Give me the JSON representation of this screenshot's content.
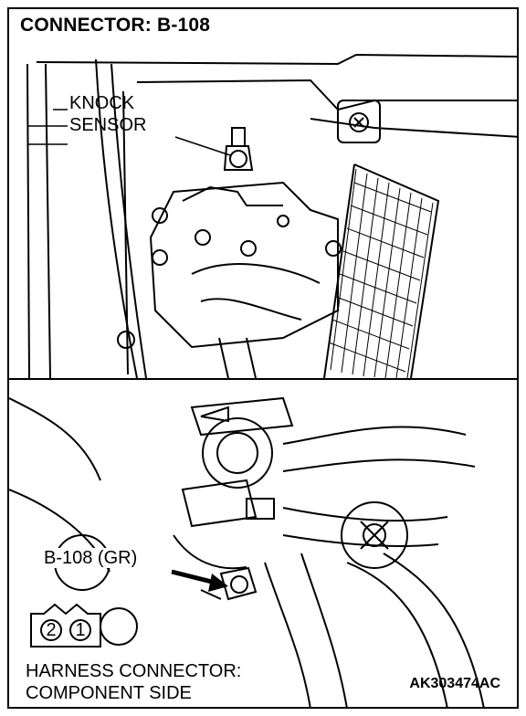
{
  "title": "CONNECTOR: B-108",
  "callouts": {
    "knock_line1": "KNOCK",
    "knock_line2": "SENSOR",
    "connector_label": "B-108 (GR)"
  },
  "connector_symbol": {
    "pins": [
      "2",
      "1"
    ]
  },
  "caption": {
    "line1": "HARNESS CONNECTOR:",
    "line2": "COMPONENT SIDE"
  },
  "figure_code": "AK303474AC"
}
